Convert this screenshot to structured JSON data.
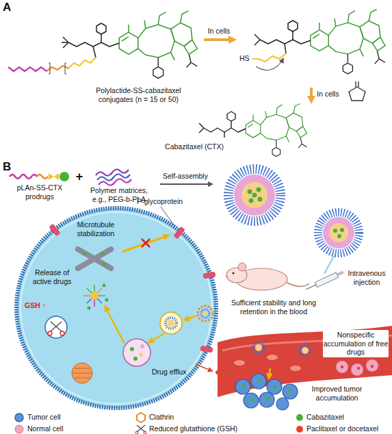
{
  "diagram": {
    "nodes": [
      {
        "text": [
          "Polylactide-SS-cabazitaxel conjugates (n = 15 or 50)"
        ]
      },
      {
        "text": [
          "HS"
        ]
      },
      {
        "text": [
          "Cabazitaxel (CTX)"
        ]
      },
      {
        "text": [
          "pLAn-SS-CTX prodrugs"
        ]
      },
      {
        "text": [
          "Polymer matrices, e.g., PEG-b-PLA"
        ]
      }
    ],
    "edges": [
      {
        "from": 0,
        "to": 1,
        "label": "In cells",
        "arrow": "to"
      },
      {
        "from": 1,
        "to": 2,
        "label": "In cells",
        "arrow": "to"
      }
    ],
    "labels": [
      "A",
      "B",
      "+",
      "Self-assembly",
      "Microtubule stabilization",
      "P-glycoprotein",
      "Release of active drugs",
      "GSH ↑",
      "Intravenous injection",
      "Sufficient stability and long retention in the blood",
      "Nonspecific accumulation of free drugs",
      "Drug efflux",
      "Improved tumor accumulation"
    ],
    "legend": [
      {
        "text": "Tumor cell"
      },
      {
        "text": "Clathrin"
      },
      {
        "text": "Cabazitaxel",
        "color": "#4caf3a"
      },
      {
        "text": "Normal cell"
      },
      {
        "text": "Reduced glutathione (GSH)"
      },
      {
        "text": "Paclitaxel or docetaxel",
        "color": "#e8402a"
      }
    ]
  }
}
